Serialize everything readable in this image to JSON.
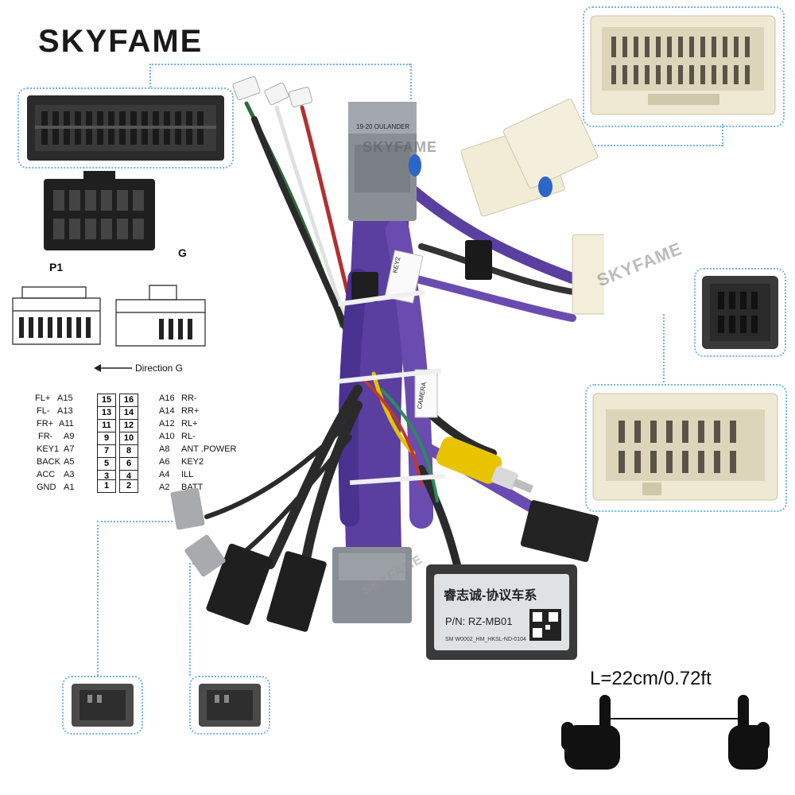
{
  "brand": "SKYFAME",
  "product_labels": {
    "main_connector_text": "19-20 OULANDER",
    "watermark": "SKYFAME",
    "module_title": "睿志诚-协议车系",
    "module_pn": "P/N: RZ-MB01",
    "module_code": "SM W0002_HM_HKSL-ND-0104",
    "tag_key2": "KEY2",
    "tag_camera": "CAMERA"
  },
  "pinout": {
    "p1_label": "P1",
    "g_label": "G",
    "direction_label": "Direction G",
    "left_rows": [
      {
        "name": "FL+",
        "pin": "A15",
        "num": "15"
      },
      {
        "name": "FL-",
        "pin": "A13",
        "num": "13"
      },
      {
        "name": "FR+",
        "pin": "A11",
        "num": "11"
      },
      {
        "name": "FR-",
        "pin": "A9",
        "num": "9"
      },
      {
        "name": "KEY1",
        "pin": "A7",
        "num": "7"
      },
      {
        "name": "BACK",
        "pin": "A5",
        "num": "5"
      },
      {
        "name": "ACC",
        "pin": "A3",
        "num": "3"
      },
      {
        "name": "GND",
        "pin": "A1",
        "num": "1"
      }
    ],
    "right_rows": [
      {
        "name": "RR-",
        "pin": "A16",
        "num": "16"
      },
      {
        "name": "RR+",
        "pin": "A14",
        "num": "14"
      },
      {
        "name": "RL+",
        "pin": "A12",
        "num": "12"
      },
      {
        "name": "RL-",
        "pin": "A10",
        "num": "10"
      },
      {
        "name": "ANT .POWER",
        "pin": "A8",
        "num": "8"
      },
      {
        "name": "KEY2",
        "pin": "A6",
        "num": "6"
      },
      {
        "name": "ILL",
        "pin": "A4",
        "num": "4"
      },
      {
        "name": "BATT",
        "pin": "A2",
        "num": "2"
      }
    ]
  },
  "length_label": "L=22cm/0.72ft",
  "colors": {
    "accent_dotted": "#6fb5e0",
    "wire_purple": "#5a3fa0",
    "connector_grey": "#8a8f96",
    "connector_cream": "#f2ecd6",
    "rca_yellow": "#e8c400"
  }
}
